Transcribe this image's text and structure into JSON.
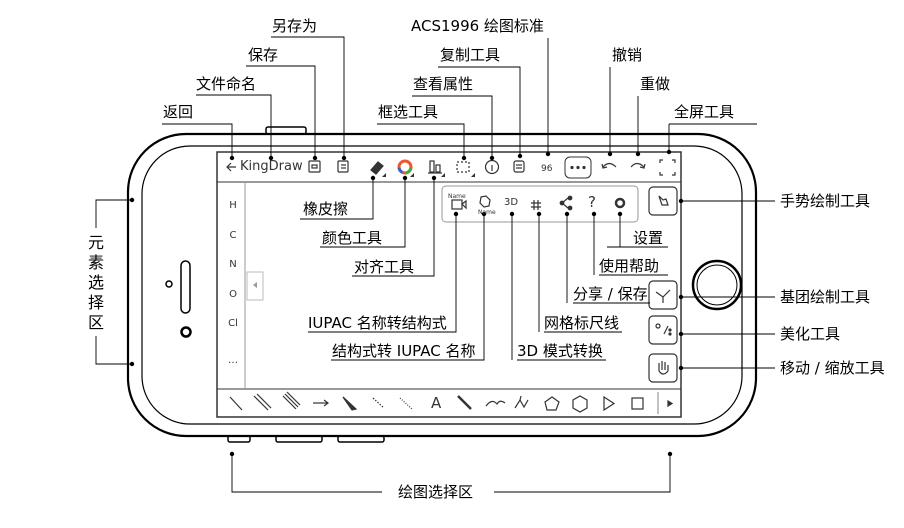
{
  "app": {
    "title": "KingDraw",
    "back_icon": "arrow-left-icon"
  },
  "top_toolbar": {
    "count_badge": "96",
    "items": [
      "save-icon",
      "save-as-icon",
      "eraser-icon",
      "color-wheel-icon",
      "align-icon",
      "marquee-select-icon",
      "info-icon",
      "copy-icon",
      "more-icon",
      "undo-icon",
      "redo-icon",
      "fullscreen-icon"
    ]
  },
  "popup_menu": {
    "name_label_top": "Name",
    "name_label_bottom": "Name",
    "mode_3d": "3D",
    "items": [
      "name-to-structure-icon",
      "structure-to-name-icon",
      "3d-icon",
      "grid-icon",
      "share-icon",
      "help-icon",
      "settings-icon"
    ]
  },
  "atom_panel": {
    "atoms": [
      "H",
      "C",
      "N",
      "O",
      "Cl",
      "…"
    ]
  },
  "bottom_toolbar": {
    "text_tool": "A",
    "items": [
      "single-bond-icon",
      "double-bond-icon",
      "triple-bond-icon",
      "arrow-icon",
      "wedge-bond-icon",
      "hash-wedge-icon",
      "wavy-hash-icon",
      "text-icon",
      "bold-bond-icon",
      "chain-icon",
      "hydrocarbon-chain-icon",
      "pentagon-icon",
      "hexagon-icon",
      "triangle-icon",
      "square-icon",
      "more-arrow-icon"
    ]
  },
  "right_panel": {
    "items": [
      "gesture-icon",
      "group-icon",
      "beautify-icon",
      "hand-icon"
    ]
  },
  "labels": {
    "save_as": "另存为",
    "save": "保存",
    "file_name": "文件命名",
    "back": "返回",
    "acs_standard": "ACS1996 绘图标准",
    "copy_tool": "复制工具",
    "view_properties": "查看属性",
    "marquee_tool": "框选工具",
    "undo": "撤销",
    "redo": "重做",
    "fullscreen": "全屏工具",
    "eraser": "橡皮擦",
    "color_tool": "颜色工具",
    "align_tool": "对齐工具",
    "iupac_to_structure": "IUPAC 名称转结构式",
    "structure_to_iupac": "结构式转 IUPAC 名称",
    "mode_3d": "3D 模式转换",
    "grid_ruler": "网格标尺线",
    "share_save": "分享 / 保存",
    "help": "使用帮助",
    "settings": "设置",
    "gesture_tool": "手势绘制工具",
    "group_tool": "基团绘制工具",
    "beautify_tool": "美化工具",
    "move_zoom": "移动 / 缩放工具",
    "element_area": "元素选择区",
    "draw_area": "绘图选择区"
  }
}
